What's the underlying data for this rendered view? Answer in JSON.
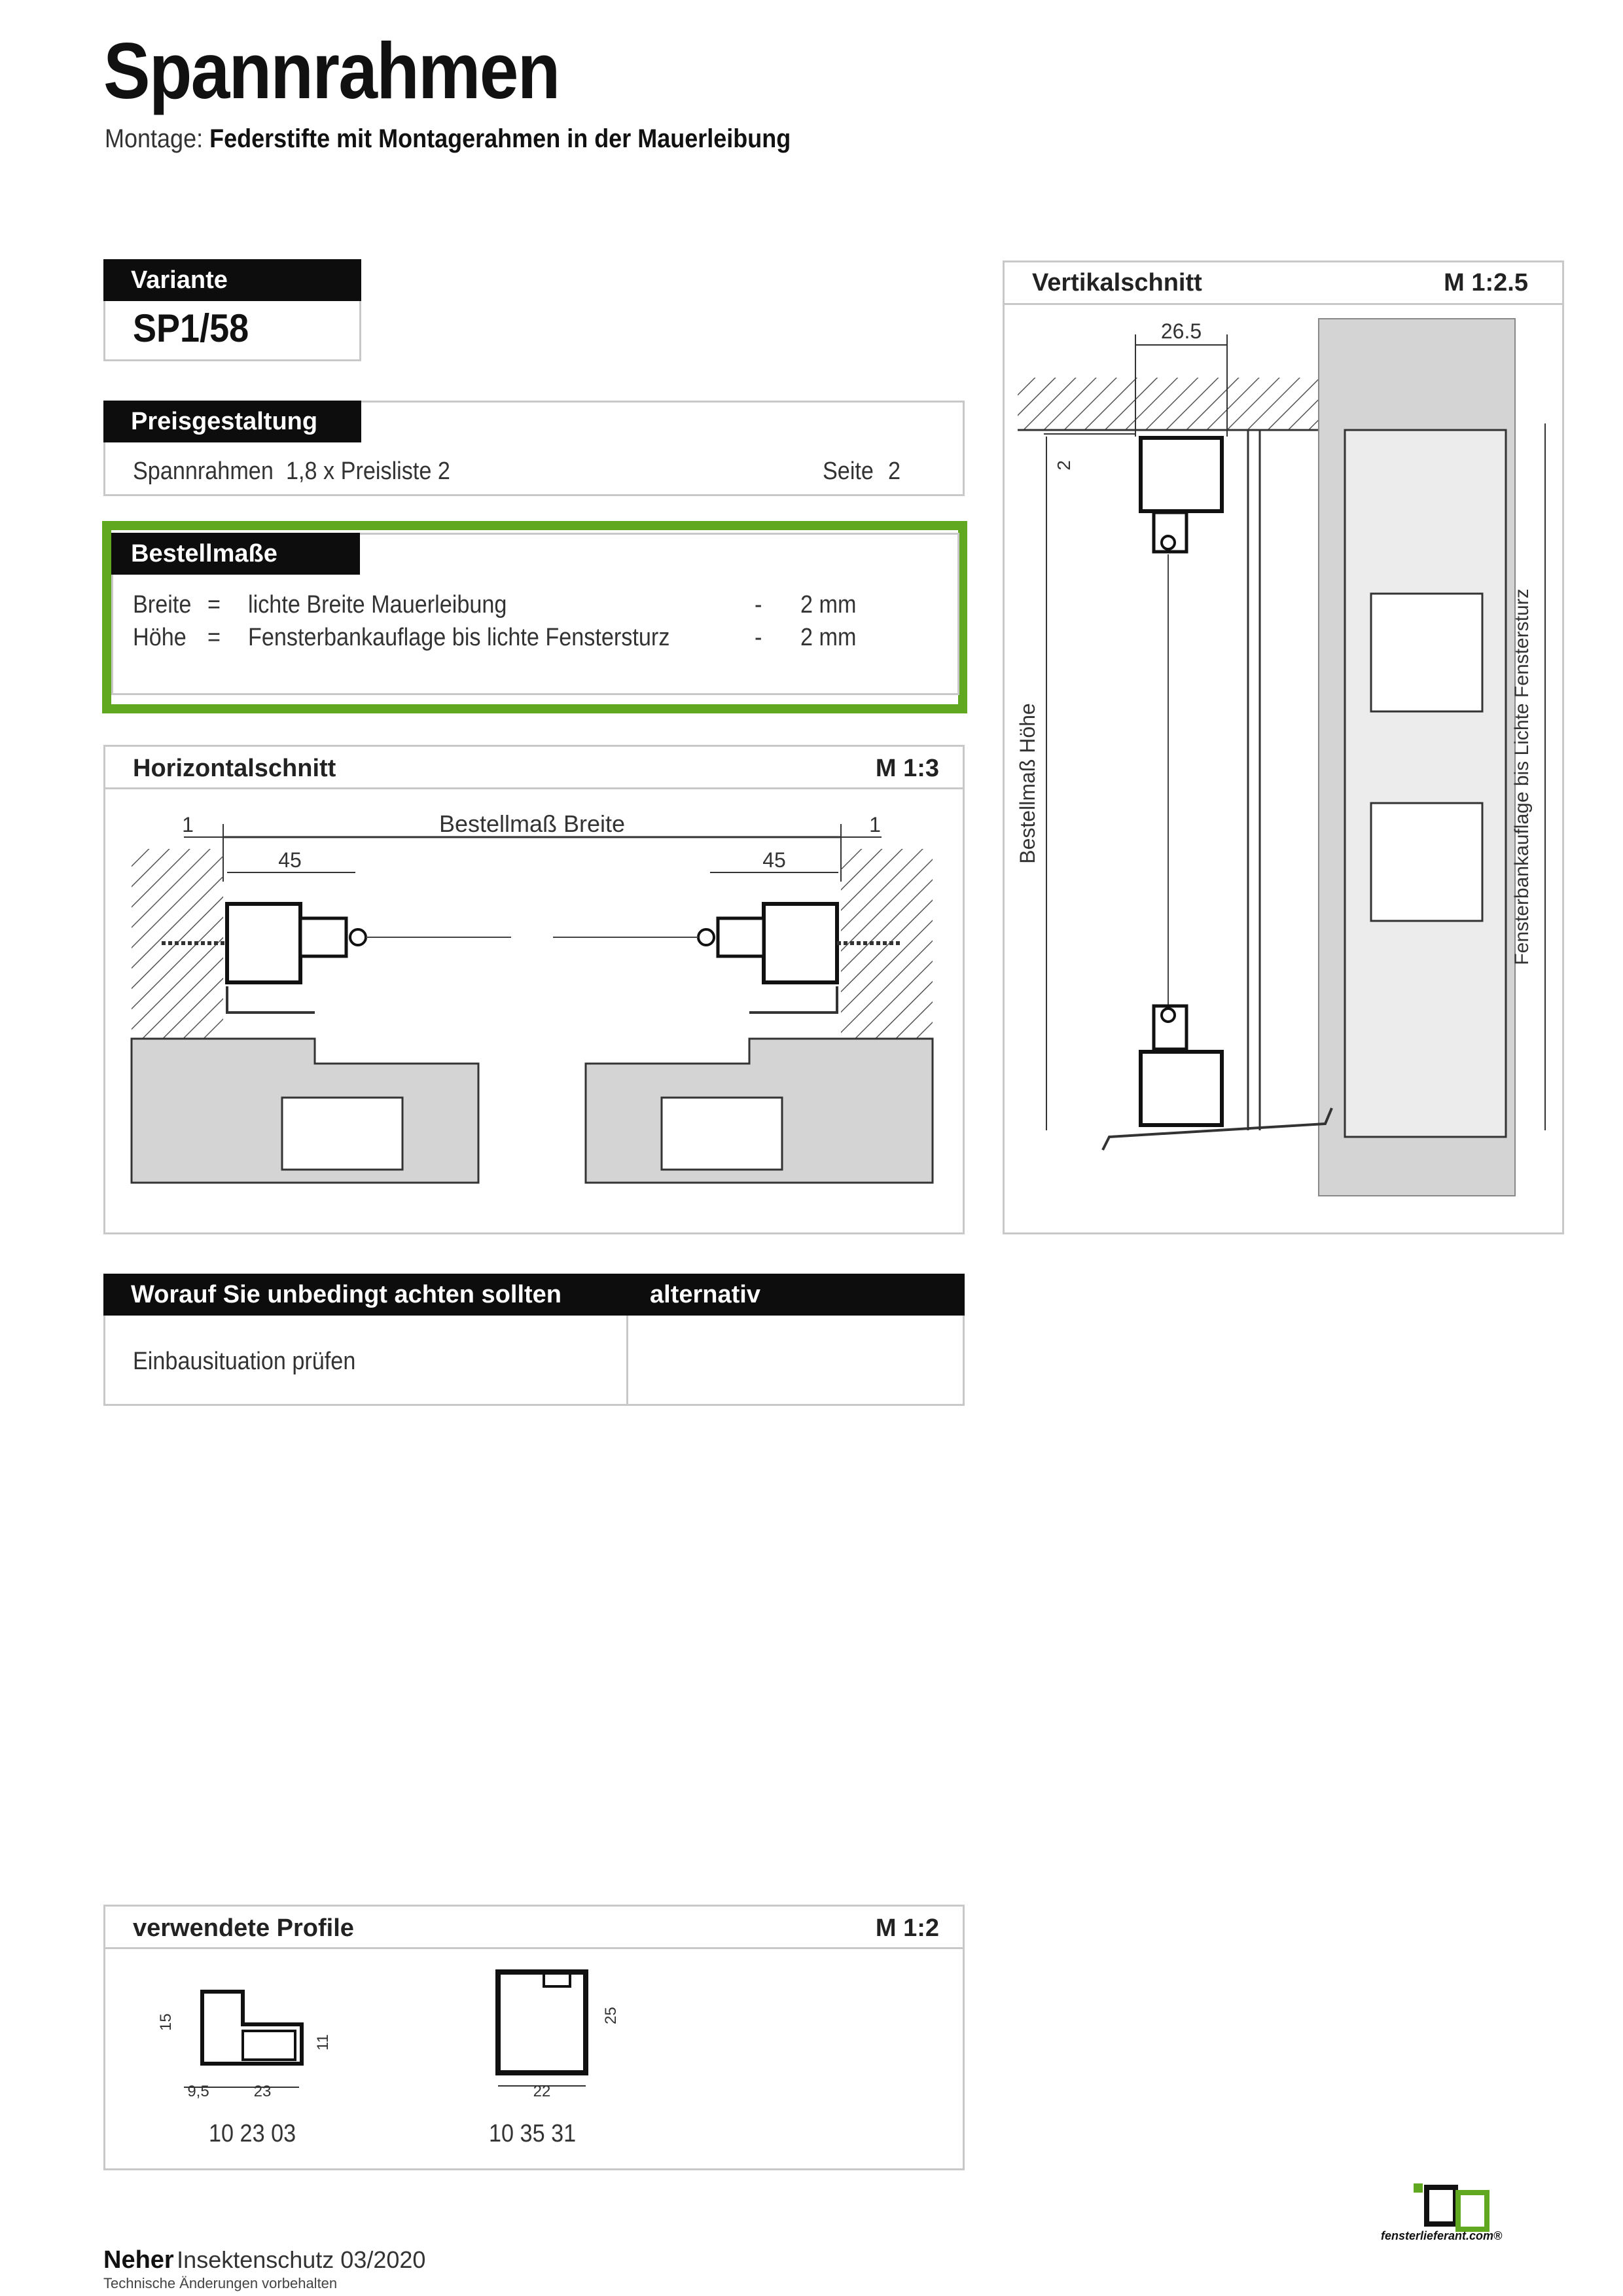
{
  "title": "Spannrahmen",
  "montage": {
    "label": "Montage:",
    "value": "Federstifte mit Montagerahmen in der Mauerleibung"
  },
  "variante": {
    "header": "Variante",
    "value": "SP1/58"
  },
  "preis": {
    "header": "Preisgestaltung",
    "item": "Spannrahmen",
    "formula": "1,8 x Preisliste 2",
    "seite_label": "Seite",
    "seite_value": "2"
  },
  "bestell": {
    "header": "Bestellmaße",
    "rows": [
      {
        "label": "Breite",
        "eq": "=",
        "desc": "lichte Breite Mauerleibung",
        "minus": "-",
        "value": "2 mm"
      },
      {
        "label": "Höhe",
        "eq": "=",
        "desc": "Fensterbankauflage bis lichte Fenstersturz",
        "minus": "-",
        "value": "2 mm"
      }
    ]
  },
  "horizontal": {
    "title": "Horizontalschnitt",
    "scale": "M 1:3",
    "dim_breite": "Bestellmaß Breite",
    "dim_1": "1",
    "dim_45": "45"
  },
  "vertikal": {
    "title": "Vertikalschnitt",
    "scale": "M 1:2.5",
    "dim_265": "26.5",
    "dim_2": "2",
    "label_hoehe": "Bestellmaß Höhe",
    "label_right": "Fensterbankauflage bis Lichte Fenstersturz"
  },
  "achten": {
    "header": "Worauf Sie unbedingt achten sollten",
    "alt_header": "alternativ",
    "item": "Einbausituation prüfen"
  },
  "profile": {
    "title": "verwendete Profile",
    "scale": "M 1:2",
    "items": [
      {
        "id": "10 23 03",
        "dims": [
          "15",
          "11",
          "9,5",
          "23"
        ]
      },
      {
        "id": "10 35 31",
        "dims": [
          "25",
          "22"
        ]
      }
    ]
  },
  "logo": {
    "text": "fensterlieferant.com®"
  },
  "footer": {
    "brand": "Neher",
    "rest": "Insektenschutz 03/2020",
    "note": "Technische Änderungen vorbehalten"
  },
  "colors": {
    "highlight": "#5fa81f",
    "header_bg": "#0d0d0d"
  }
}
